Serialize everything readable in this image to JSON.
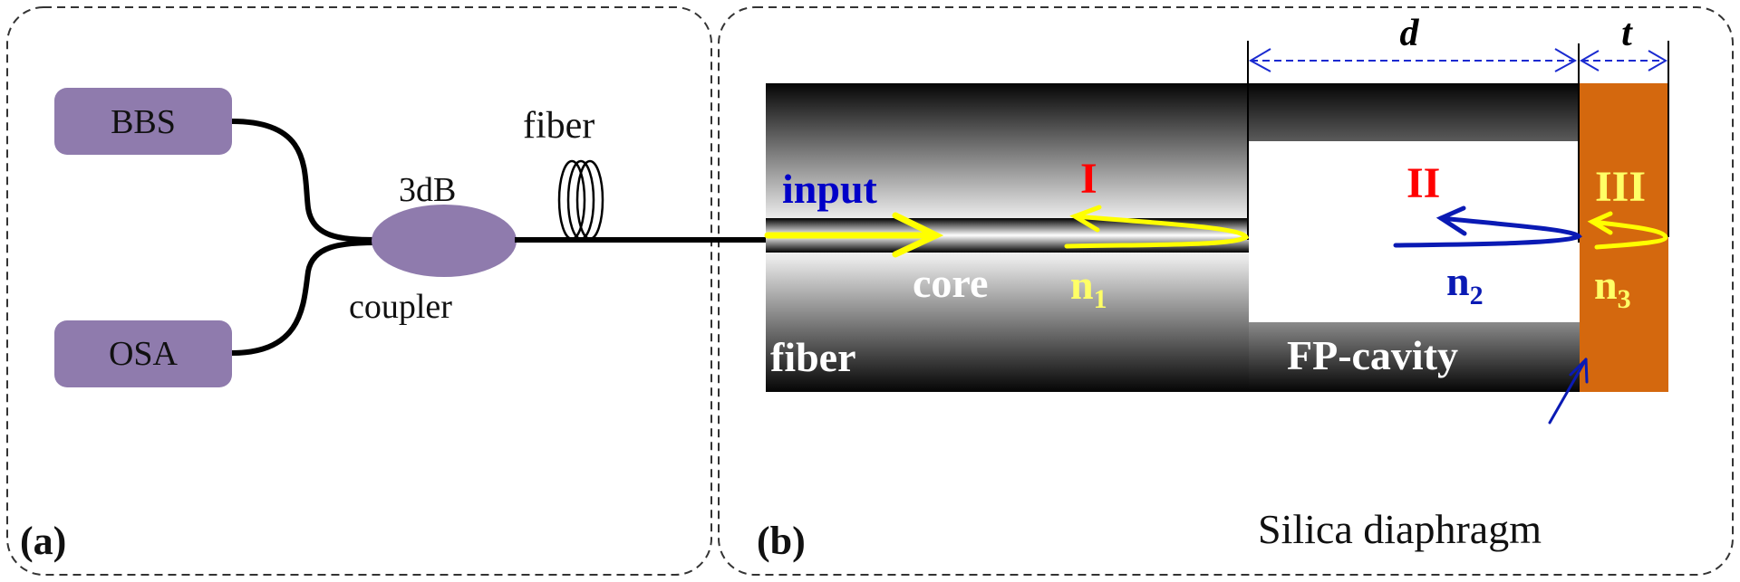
{
  "figure": {
    "panel_a": {
      "label": "(a)",
      "source_box": "BBS",
      "analyzer_box": "OSA",
      "coupler_top_label": "3dB",
      "coupler_bottom_label": "coupler",
      "fiber_label": "fiber"
    },
    "panel_b": {
      "label": "(b)",
      "input_label": "input",
      "core_label": "core",
      "fiber_label": "fiber",
      "cavity_label": "FP-cavity",
      "diaphragm_label": "Silica diaphragm",
      "region_1": "I",
      "region_2": "II",
      "region_3": "III",
      "index_1": {
        "base": "n",
        "sub": "1"
      },
      "index_2": {
        "base": "n",
        "sub": "2"
      },
      "index_3": {
        "base": "n",
        "sub": "3"
      },
      "dim_cavity": "d",
      "dim_diaphragm": "t"
    },
    "colors": {
      "device_purple": "#8f7bad",
      "diaphragm_orange": "#d4680e",
      "ray_yellow": "#ffff00",
      "ray_blue": "#0a1ab4",
      "region_red": "#ff0000",
      "text_blue": "#0000c8",
      "index_yellow": "#ffff66"
    }
  }
}
